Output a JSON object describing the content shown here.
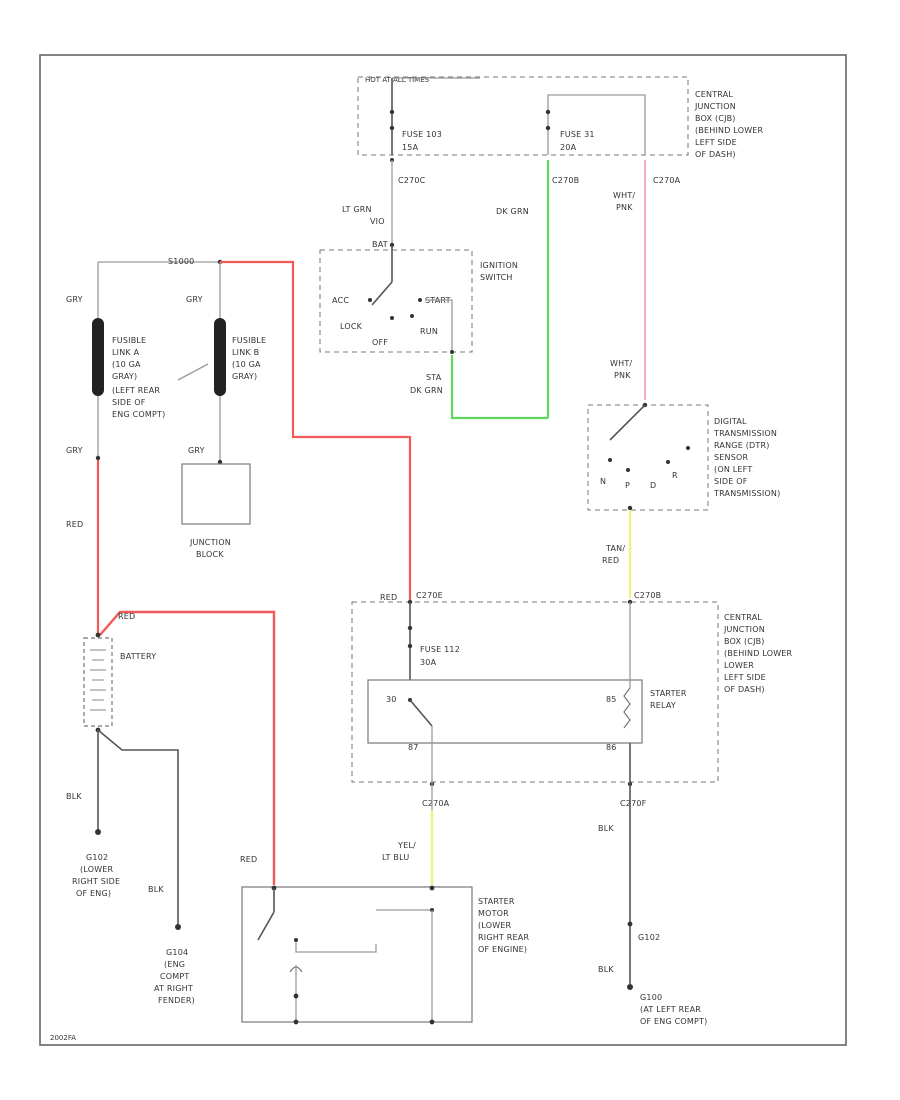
{
  "colors": {
    "red": "#f25a5a",
    "green": "#5fd65f",
    "pink": "#f4a9c6",
    "yellow": "#f0f08a",
    "gray": "#9a9a9a",
    "frame": "#666666"
  },
  "labels": {
    "hot_all_times": "HOT AT ALL TIMES",
    "fuse_103": "FUSE 103",
    "fuse_103_rating": "15A",
    "fuse_31": "FUSE 31",
    "fuse_31_rating": "20A",
    "cjb_top": [
      "CENTRAL",
      "JUNCTION",
      "BOX (CJB)",
      "(BEHIND LOWER",
      "LEFT SIDE",
      "OF DASH)"
    ],
    "c270c": "C270C",
    "c270b_top": "C270B",
    "c270a_top": "C270A",
    "lt_grn": "LT GRN",
    "vio": "VIO",
    "dk_grn_upper": "DK GRN",
    "wht_pnk_upper": [
      "WHT/",
      "PNK"
    ],
    "bat": "BAT",
    "ignition_switch": [
      "IGNITION",
      "SWITCH"
    ],
    "acc": "ACC",
    "start": "START",
    "lock": "LOCK",
    "run": "RUN",
    "off": "OFF",
    "sta": "STA",
    "dk_grn_lower": "DK GRN",
    "s1000": "S1000",
    "gry_1": "GRY",
    "gry_2": "GRY",
    "gry_3": "GRY",
    "gry_4": "GRY",
    "fusible_link_a": [
      "FUSIBLE",
      "LINK A",
      "(10 GA",
      "GRAY)"
    ],
    "fusible_link_b": [
      "FUSIBLE",
      "LINK B",
      "(10 GA",
      "GRAY)"
    ],
    "left_rear_engine": [
      "(LEFT REAR",
      "SIDE OF",
      "ENG COMPT)"
    ],
    "junction_block": [
      "JUNCTION",
      "BLOCK"
    ],
    "red_1": "RED",
    "red_2": "RED",
    "red_3": "RED",
    "red_4": "RED",
    "battery": "BATTERY",
    "blk_1": "BLK",
    "blk_2": "BLK",
    "blk_3": "BLK",
    "blk_4": "BLK",
    "g102": [
      "G102",
      "(LOWER",
      "RIGHT SIDE",
      "OF ENG)"
    ],
    "g104": [
      "G104",
      "(ENG",
      "COMPT",
      "AT RIGHT",
      "FENDER)"
    ],
    "wht_pnk_lower": [
      "WHT/",
      "PNK"
    ],
    "dtrs": [
      "DIGITAL",
      "TRANSMISSION",
      "RANGE (DTR)",
      "SENSOR",
      "(ON LEFT",
      "SIDE OF",
      "TRANSMISSION)"
    ],
    "dtrs_pins": [
      "N",
      "P",
      "D",
      "R"
    ],
    "tan_red": [
      "TAN/",
      "RED"
    ],
    "c270b_mid": "C270B",
    "c270e": "C270E",
    "fuse_112": "FUSE 112",
    "fuse_112_rating": "30A",
    "cjb_mid": [
      "CENTRAL",
      "JUNCTION",
      "BOX (CJB)",
      "(BEHIND LOWER",
      "LOWER",
      "LEFT SIDE",
      "OF DASH)"
    ],
    "starter_relay": [
      "STARTER",
      "RELAY"
    ],
    "relay_pins": [
      "30",
      "87",
      "85",
      "86"
    ],
    "c270a": "C270A",
    "c270f": "C270F",
    "yel_lt_blu": [
      "YEL/",
      "LT BLU"
    ],
    "starter_motor": [
      "STARTER",
      "MOTOR",
      "(LOWER",
      "RIGHT REAR",
      "OF ENGINE)"
    ],
    "g102_node": "G102",
    "g100": [
      "G100",
      "(AT LEFT REAR",
      "OF ENG COMPT)"
    ],
    "diagram_id": "2002FA"
  }
}
